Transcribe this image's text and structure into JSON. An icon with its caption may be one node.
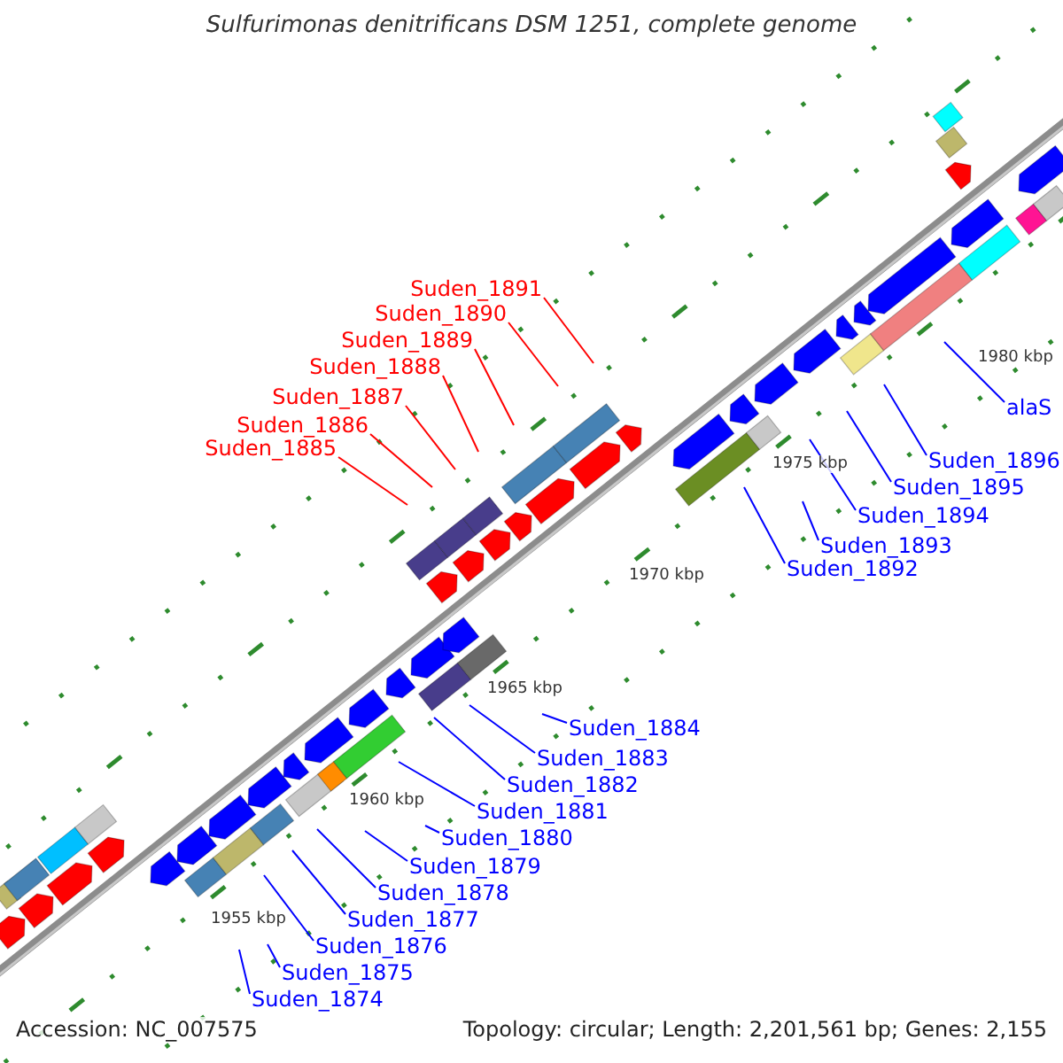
{
  "diagram": {
    "title": "Sulfurimonas denitrificans DSM 1251, complete genome",
    "nodes": [
      {
        "text": [
          "Suden_1891"
        ]
      },
      {
        "text": [
          "Suden_1890"
        ]
      },
      {
        "text": [
          "Suden_1889"
        ]
      },
      {
        "text": [
          "Suden_1888"
        ]
      },
      {
        "text": [
          "Suden_1887"
        ]
      },
      {
        "text": [
          "Suden_1886"
        ]
      },
      {
        "text": [
          "Suden_1885"
        ]
      },
      {
        "text": [
          "alaS"
        ]
      },
      {
        "text": [
          "Suden_1896"
        ]
      },
      {
        "text": [
          "Suden_1895"
        ]
      },
      {
        "text": [
          "Suden_1894"
        ]
      },
      {
        "text": [
          "Suden_1893"
        ]
      },
      {
        "text": [
          "Suden_1892"
        ]
      },
      {
        "text": [
          "Suden_1884"
        ]
      },
      {
        "text": [
          "Suden_1883"
        ]
      },
      {
        "text": [
          "Suden_1882"
        ]
      },
      {
        "text": [
          "Suden_1881"
        ]
      },
      {
        "text": [
          "Suden_1880"
        ]
      },
      {
        "text": [
          "Suden_1879"
        ]
      },
      {
        "text": [
          "Suden_1878"
        ]
      },
      {
        "text": [
          "Suden_1877"
        ]
      },
      {
        "text": [
          "Suden_1876"
        ]
      },
      {
        "text": [
          "Suden_1875"
        ]
      },
      {
        "text": [
          "Suden_1874"
        ]
      }
    ],
    "edges": [
      {
        "from": 0,
        "to": null,
        "arrow": "none",
        "color": "#ff0000"
      },
      {
        "from": 1,
        "to": null,
        "arrow": "none",
        "color": "#ff0000"
      },
      {
        "from": 2,
        "to": null,
        "arrow": "none",
        "color": "#ff0000"
      },
      {
        "from": 3,
        "to": null,
        "arrow": "none",
        "color": "#ff0000"
      },
      {
        "from": 4,
        "to": null,
        "arrow": "none",
        "color": "#ff0000"
      },
      {
        "from": 5,
        "to": null,
        "arrow": "none",
        "color": "#ff0000"
      },
      {
        "from": 6,
        "to": null,
        "arrow": "none",
        "color": "#ff0000"
      },
      {
        "from": 7,
        "to": null,
        "arrow": "none"
      },
      {
        "from": 8,
        "to": null,
        "arrow": "none"
      },
      {
        "from": 9,
        "to": null,
        "arrow": "none"
      },
      {
        "from": 10,
        "to": null,
        "arrow": "none"
      },
      {
        "from": 11,
        "to": null,
        "arrow": "none"
      },
      {
        "from": 12,
        "to": null,
        "arrow": "none"
      },
      {
        "from": 13,
        "to": null,
        "arrow": "none"
      },
      {
        "from": 14,
        "to": null,
        "arrow": "none"
      },
      {
        "from": 15,
        "to": null,
        "arrow": "none"
      },
      {
        "from": 16,
        "to": null,
        "arrow": "none"
      },
      {
        "from": 17,
        "to": null,
        "arrow": "none"
      },
      {
        "from": 18,
        "to": null,
        "arrow": "none"
      },
      {
        "from": 19,
        "to": null,
        "arrow": "none"
      },
      {
        "from": 20,
        "to": null,
        "arrow": "none"
      },
      {
        "from": 21,
        "to": null,
        "arrow": "none"
      },
      {
        "from": 22,
        "to": null,
        "arrow": "none"
      },
      {
        "from": 23,
        "to": null,
        "arrow": "none"
      }
    ],
    "labels": [
      "1980 kbp",
      "1975 kbp",
      "1970 kbp",
      "1965 kbp",
      "1960 kbp",
      "1955 kbp",
      "Accession: NC_007575",
      "Topology: circular; Length: 2,201,561 bp; Genes: 2,155"
    ]
  }
}
